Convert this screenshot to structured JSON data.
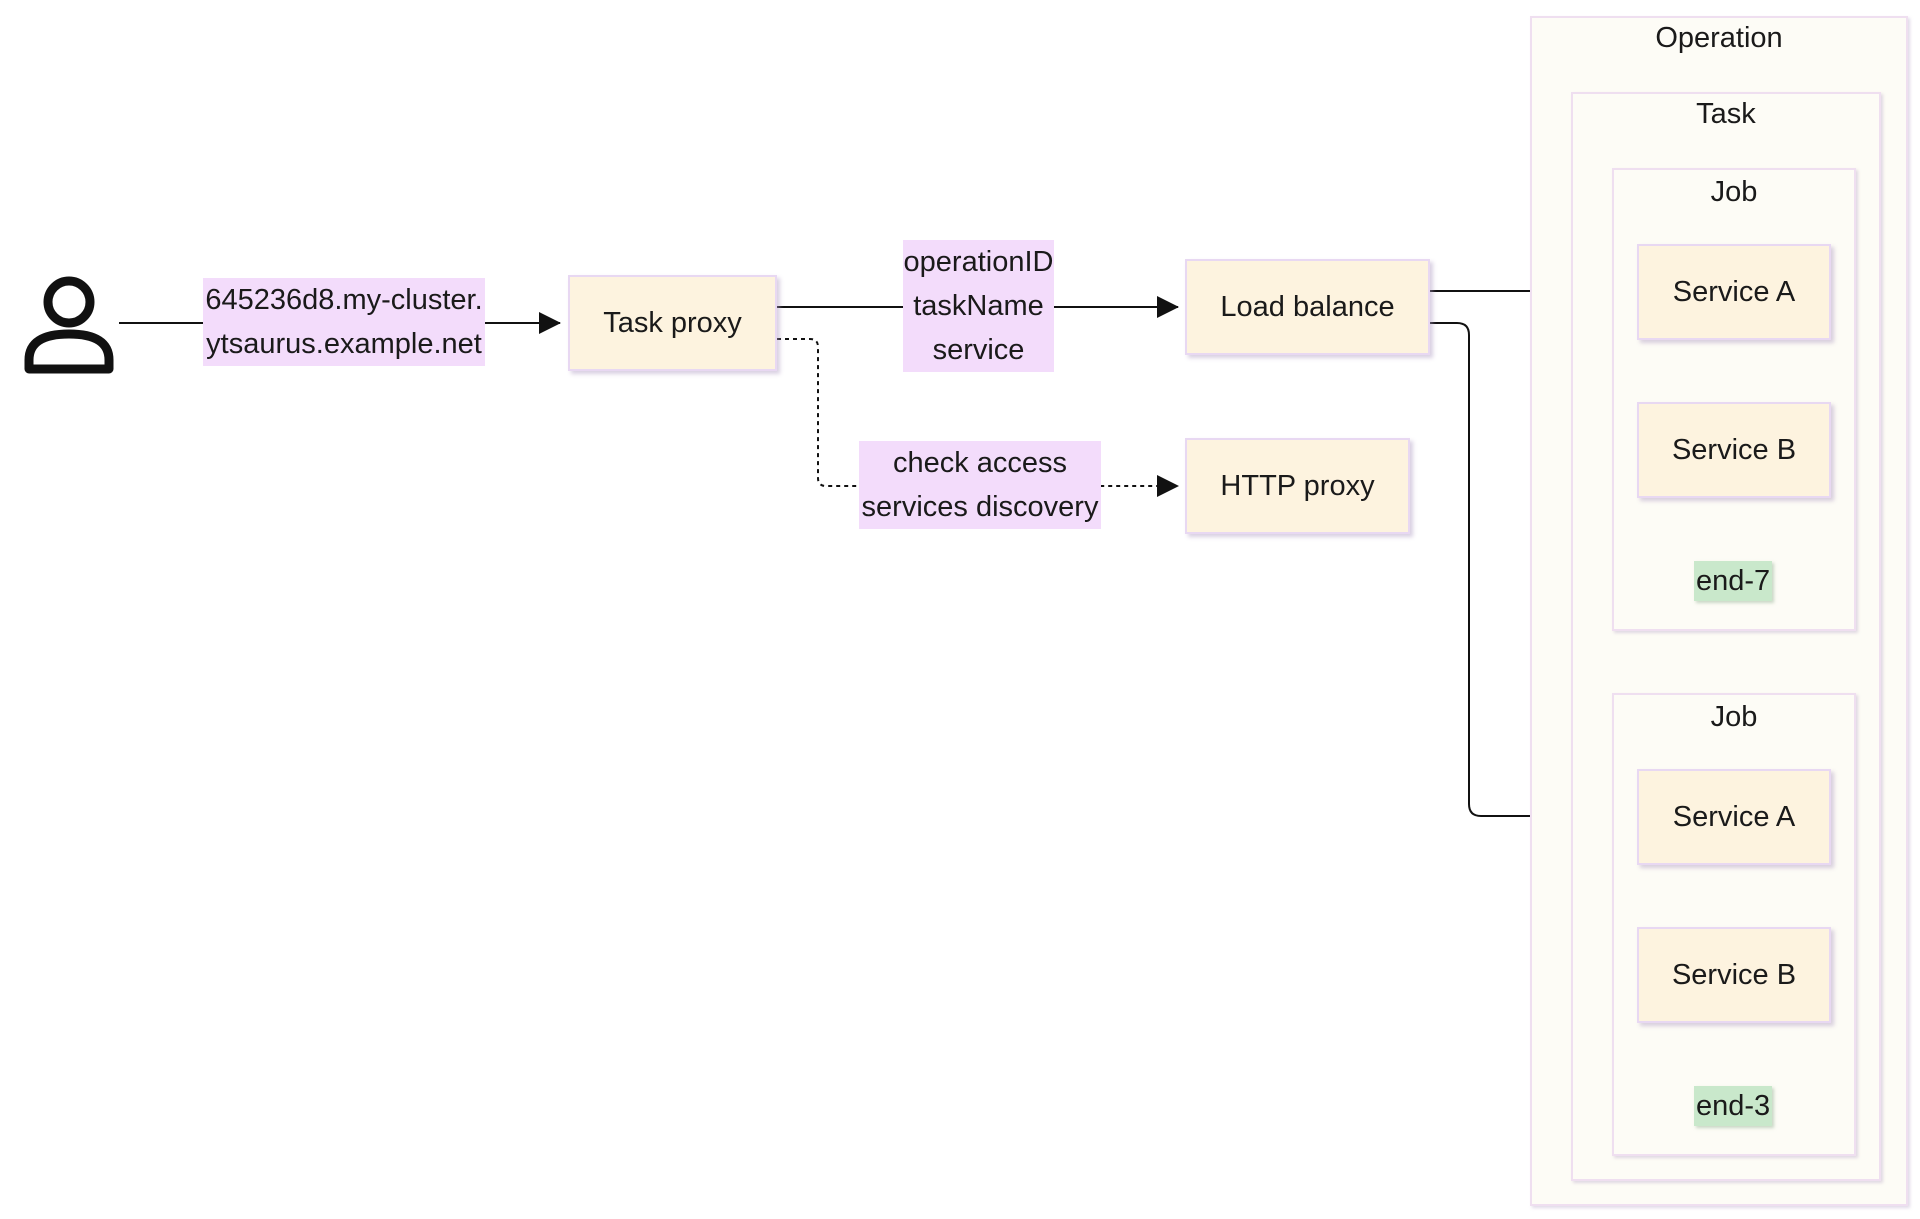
{
  "user": {
    "icon": "user-icon"
  },
  "labels": {
    "url_line1": "645236d8.my-cluster.",
    "url_line2": "ytsaurus.example.net",
    "params_line1": "operationID",
    "params_line2": "taskName",
    "params_line3": "service",
    "check_line1": "check access",
    "check_line2": "services discovery"
  },
  "nodes": {
    "task_proxy": "Task proxy",
    "load_balance": "Load balance",
    "http_proxy": "HTTP proxy"
  },
  "operation": {
    "title": "Operation",
    "task": {
      "title": "Task",
      "jobs": [
        {
          "title": "Job",
          "service_a": "Service A",
          "service_b": "Service B",
          "tag": "end-7"
        },
        {
          "title": "Job",
          "service_a": "Service A",
          "service_b": "Service B",
          "tag": "end-3"
        }
      ]
    }
  },
  "colors": {
    "node_fill": "#fdf3df",
    "label_fill": "#f3dcfb",
    "tag_fill": "#c9e8cb",
    "container_fill": "#fdfcf6"
  }
}
